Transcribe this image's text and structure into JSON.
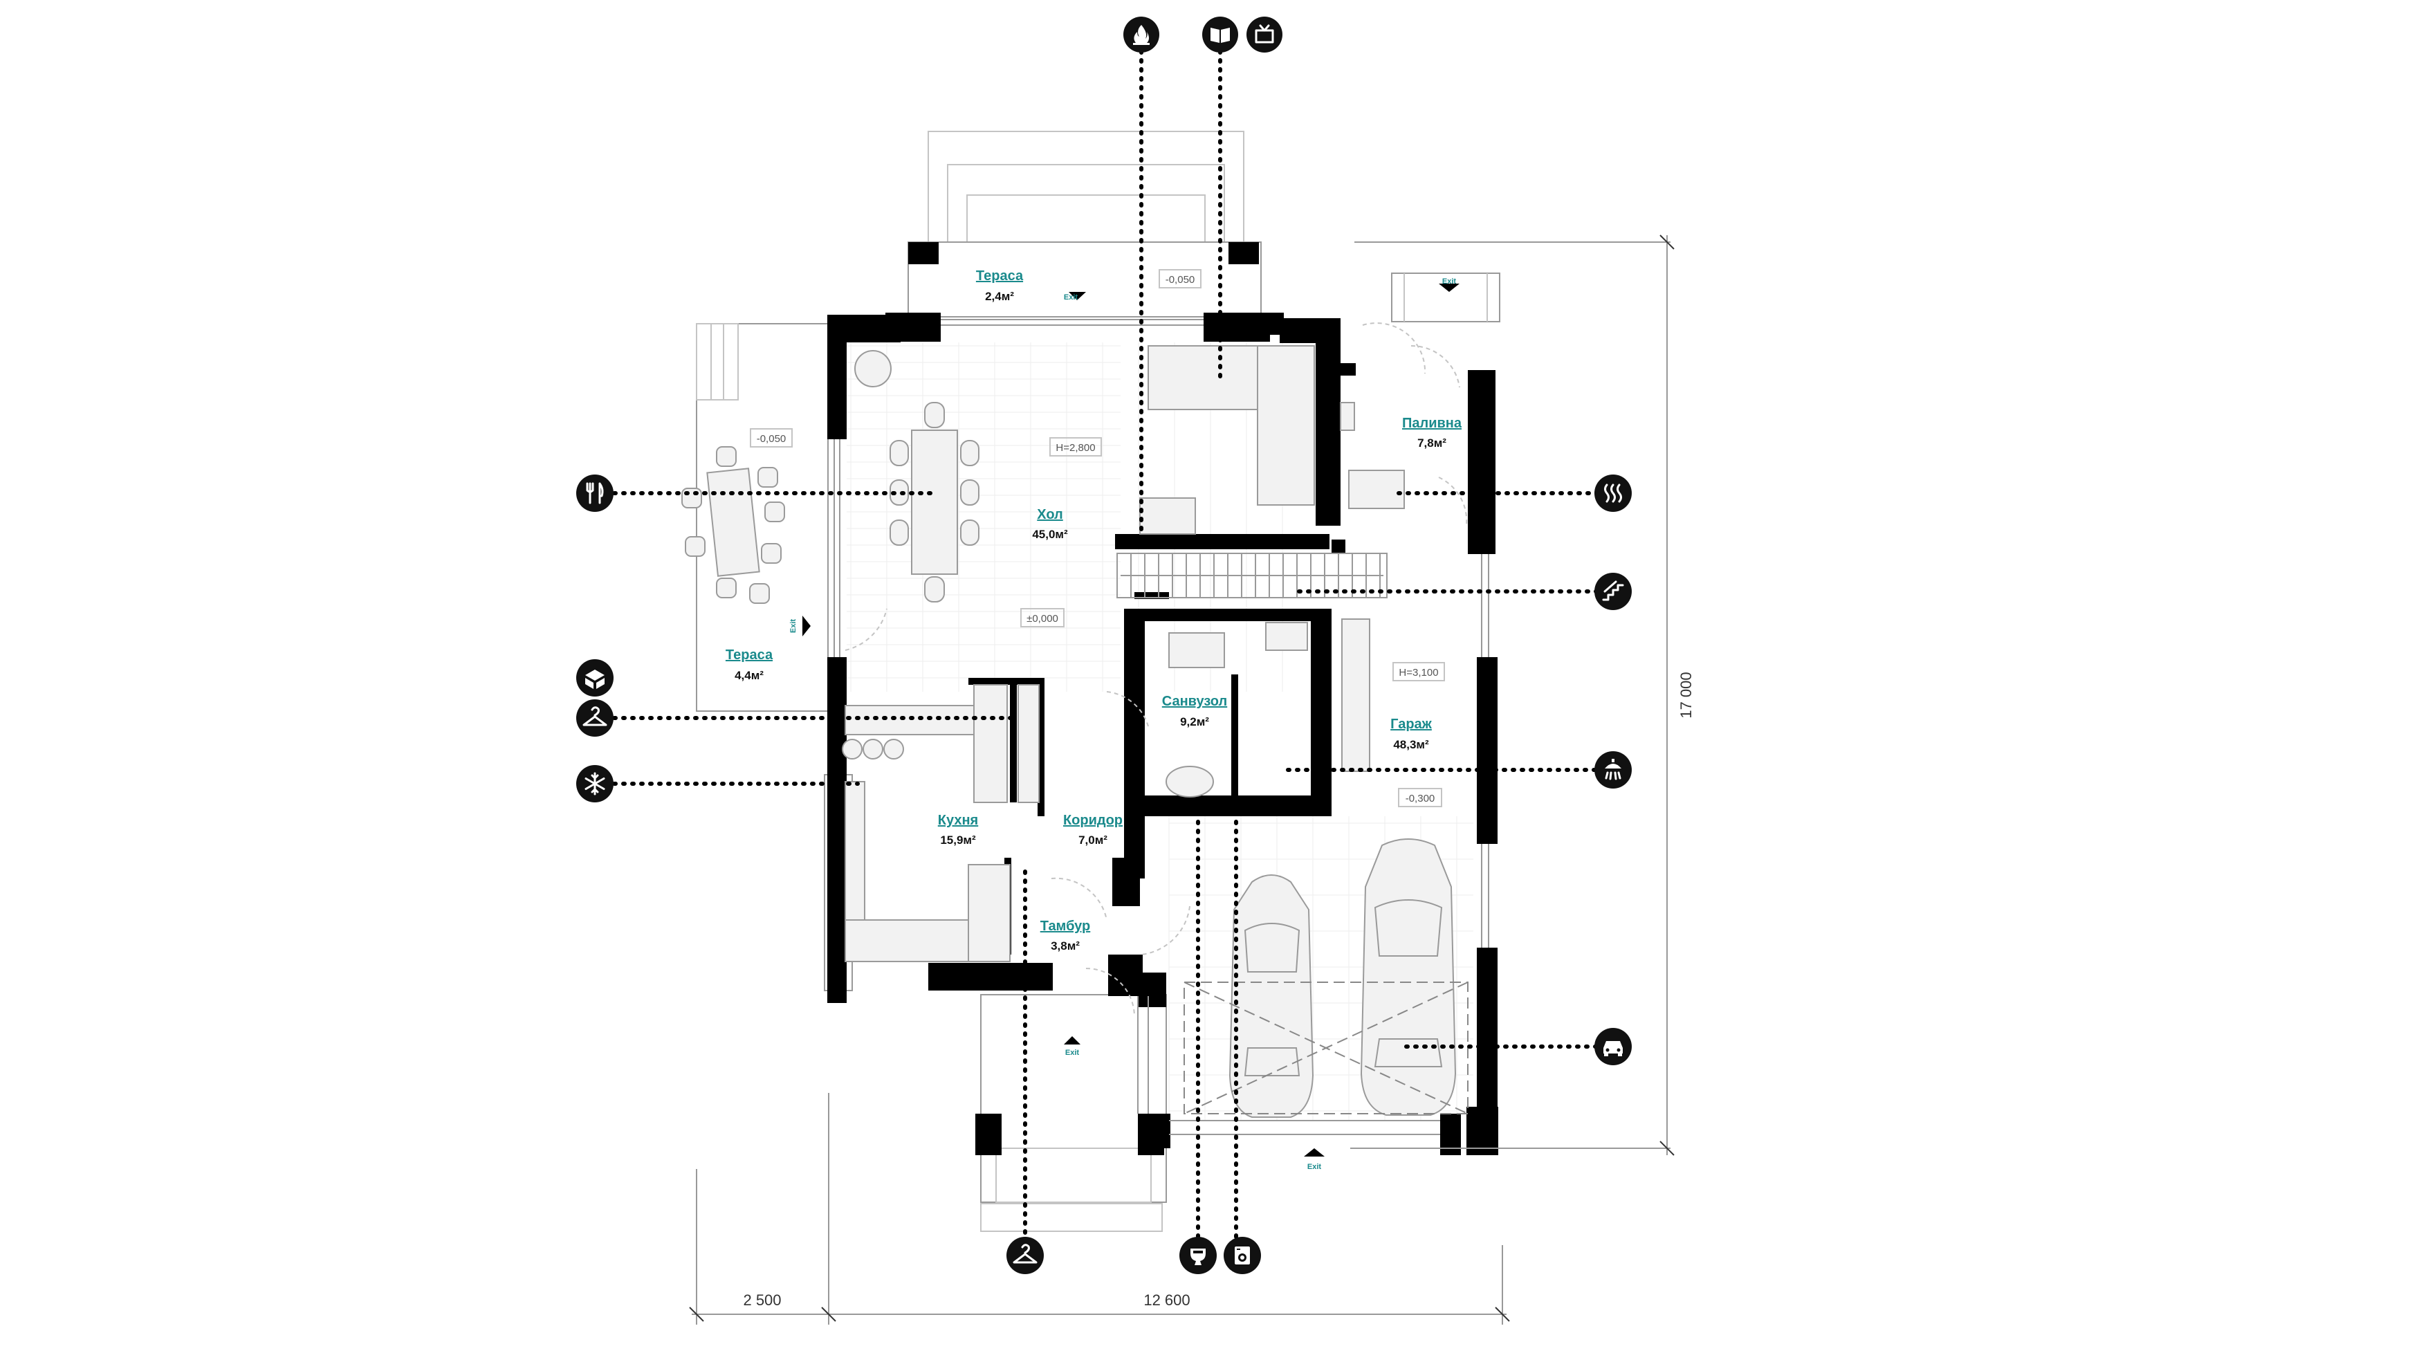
{
  "rooms": {
    "terrace_top": {
      "name": "Тераса",
      "area": "2,4м²"
    },
    "terrace_left": {
      "name": "Тераса",
      "area": "4,4м²"
    },
    "hall": {
      "name": "Хол",
      "area": "45,0м²"
    },
    "boiler": {
      "name": "Паливна",
      "area": "7,8м²"
    },
    "bathroom": {
      "name": "Санвузол",
      "area": "9,2м²"
    },
    "garage": {
      "name": "Гараж",
      "area": "48,3м²"
    },
    "kitchen": {
      "name": "Кухня",
      "area": "15,9м²"
    },
    "corridor": {
      "name": "Коридор",
      "area": "7,0м²"
    },
    "vestibule": {
      "name": "Тамбур",
      "area": "3,8м²"
    }
  },
  "levels": {
    "terrace_top": "-0,050",
    "terrace_left": "-0,050",
    "hall_height": "H=2,800",
    "hall_floor": "±0,000",
    "garage_height": "H=3,100",
    "garage_floor": "-0,300"
  },
  "exit_label": "Exit",
  "dimensions": {
    "height": "17 000",
    "width_left": "2 500",
    "width_main": "12 600"
  },
  "icons": {
    "top": [
      "fireplace-icon",
      "book-icon",
      "tv-icon"
    ],
    "left": [
      "dining-icon",
      "box-icon",
      "hanger-icon",
      "snowflake-icon"
    ],
    "right": [
      "heating-icon",
      "stairs-icon",
      "shower-icon",
      "car-icon"
    ],
    "bottom": [
      "hanger-icon",
      "toilet-icon",
      "washer-icon"
    ]
  },
  "colors": {
    "label": "#1a8a8c",
    "wall": "#000000",
    "icon": "#111111"
  }
}
